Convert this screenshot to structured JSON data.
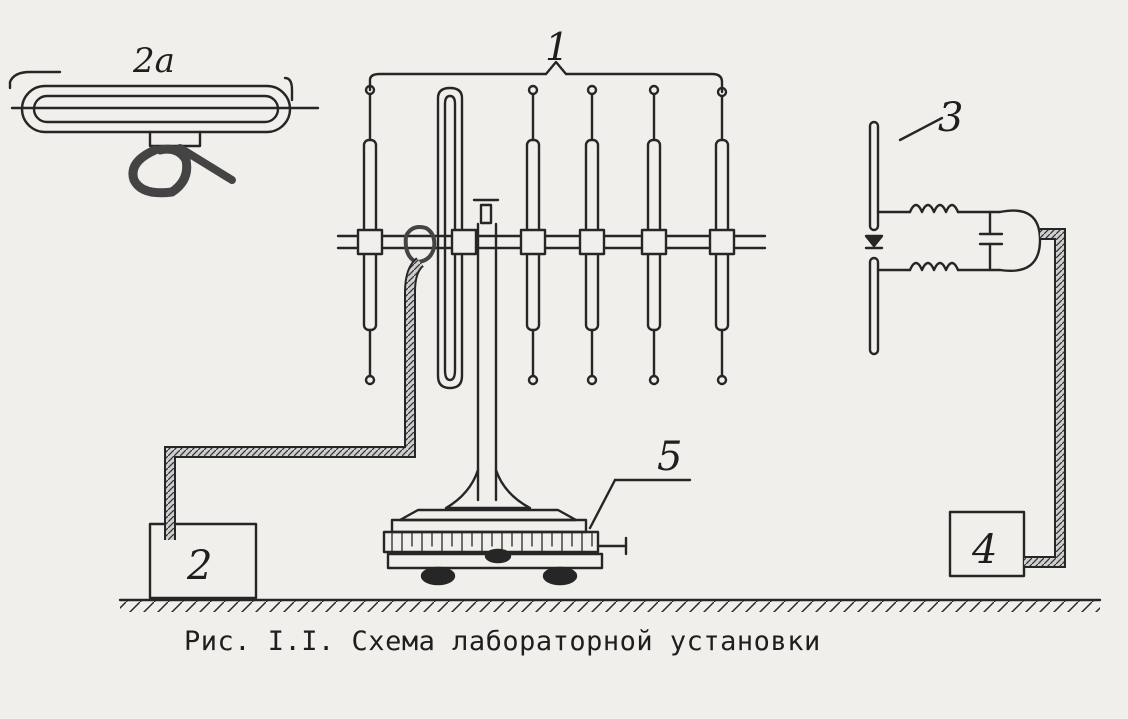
{
  "labels": {
    "antenna_detail": "2a",
    "antenna": "1",
    "receiver_dipole": "3",
    "generator": "2",
    "indicator": "4",
    "turntable": "5"
  },
  "caption": "Рис. I.I. Схема лабораторной установки",
  "colors": {
    "ink": "#262626",
    "paper": "#f0efeb"
  }
}
